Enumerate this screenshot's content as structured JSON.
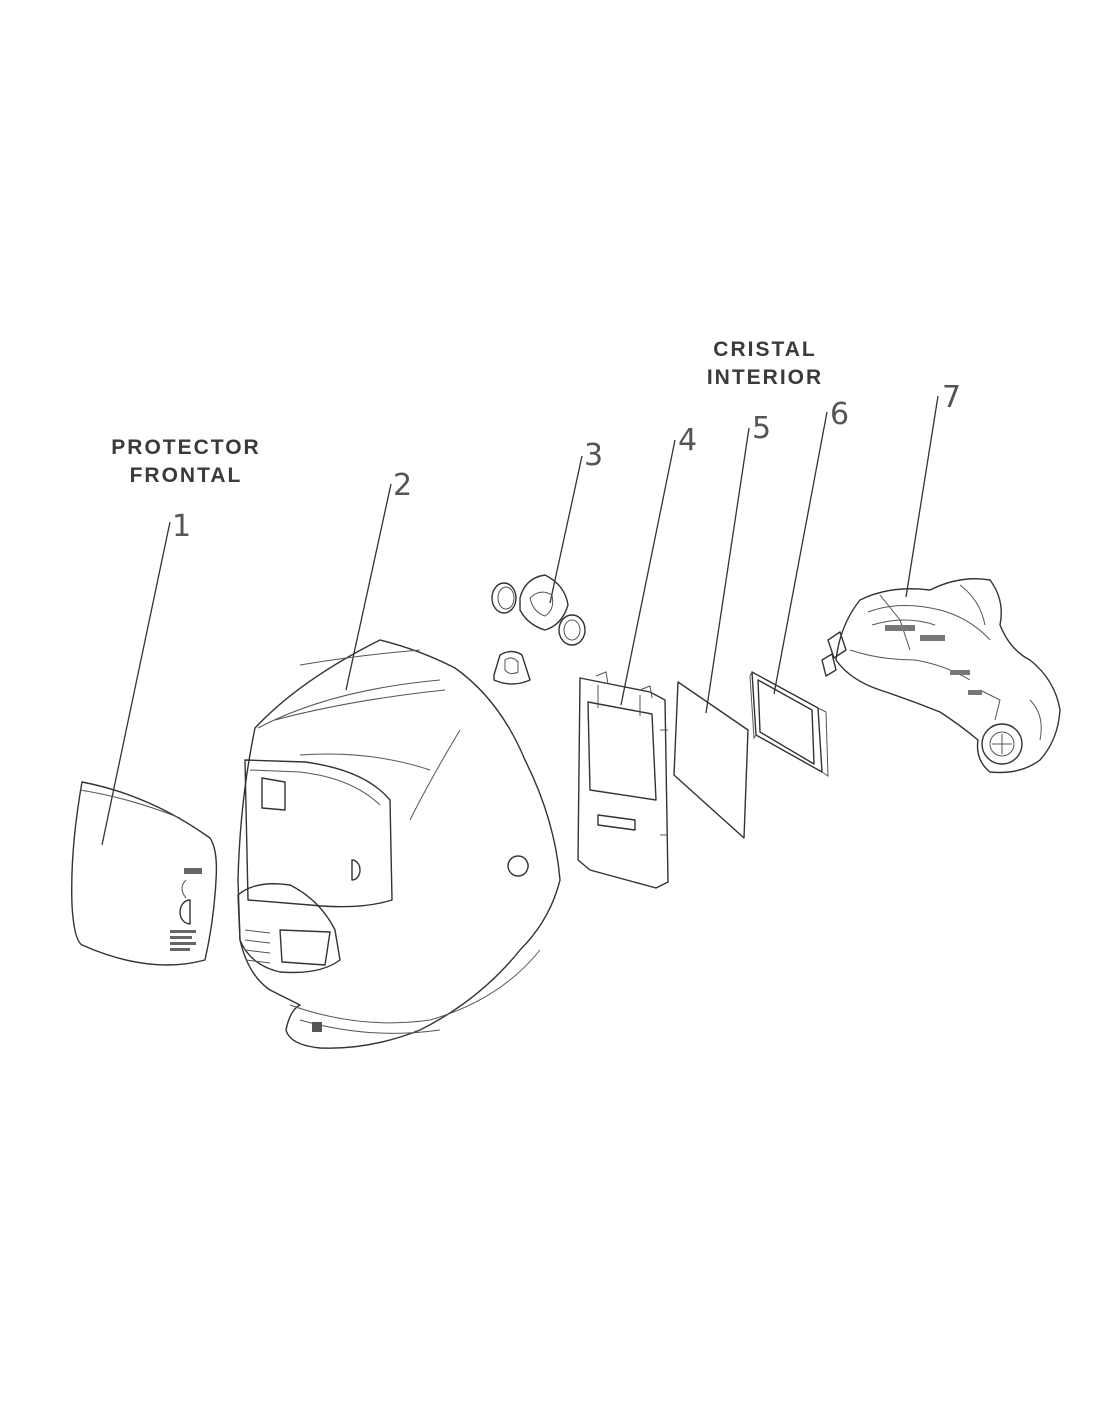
{
  "labels": {
    "protector": [
      "PROTECTOR",
      "FRONTAL"
    ],
    "cristal": [
      "CRISTAL",
      "INTERIOR"
    ]
  },
  "parts": [
    {
      "number": "1",
      "name": "protector-frontal"
    },
    {
      "number": "2",
      "name": "helmet-shell"
    },
    {
      "number": "3",
      "name": "control-knobs"
    },
    {
      "number": "4",
      "name": "filter-frame"
    },
    {
      "number": "5",
      "name": "cristal-interior"
    },
    {
      "number": "6",
      "name": "adf-cartridge"
    },
    {
      "number": "7",
      "name": "headgear"
    }
  ]
}
